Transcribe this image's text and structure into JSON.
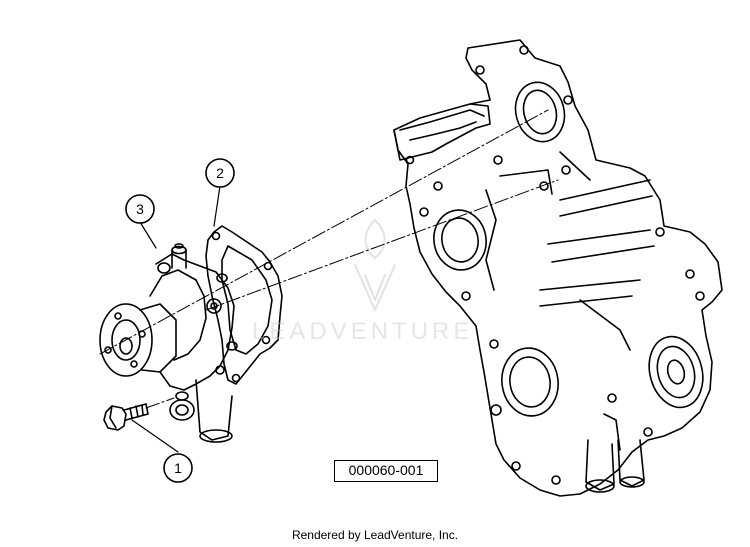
{
  "diagram": {
    "part_number": "000060-001",
    "callouts": [
      {
        "id": "1",
        "label": "1"
      },
      {
        "id": "2",
        "label": "2"
      },
      {
        "id": "3",
        "label": "3"
      }
    ]
  },
  "watermark": {
    "text": "LEADVENTURE"
  },
  "footer": {
    "text": "Rendered by LeadVenture, Inc."
  },
  "colors": {
    "line": "#000000",
    "background": "#ffffff",
    "watermark": "#c8c8c8"
  }
}
